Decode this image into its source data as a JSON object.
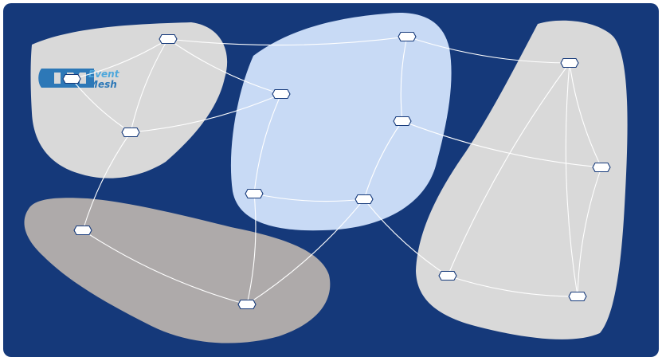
{
  "logo": {
    "word1": "Event",
    "word2": "Mesh",
    "colors": {
      "mark": "#2d78b7",
      "word1": "#4ea8dc",
      "word2": "#2d78b7"
    }
  },
  "colors": {
    "frame": "#15397a",
    "region_light": "#d9d9d9",
    "region_dark": "#aeaaaa",
    "region_blue": "#c8daf5",
    "link": "#ffffff",
    "node_fill": "#ffffff",
    "node_stroke": "#15397a"
  },
  "regions": [
    {
      "id": "top-left",
      "fill": "region_light"
    },
    {
      "id": "bottom-left",
      "fill": "region_dark"
    },
    {
      "id": "center",
      "fill": "region_blue"
    },
    {
      "id": "right",
      "fill": "region_light"
    }
  ],
  "nodes": [
    {
      "id": "n1",
      "region": "top-left"
    },
    {
      "id": "n2",
      "region": "top-left"
    },
    {
      "id": "n3",
      "region": "top-left"
    },
    {
      "id": "n4",
      "region": "bottom-left"
    },
    {
      "id": "n5",
      "region": "bottom-left"
    },
    {
      "id": "n6",
      "region": "center"
    },
    {
      "id": "n7",
      "region": "center"
    },
    {
      "id": "n8",
      "region": "center"
    },
    {
      "id": "n9",
      "region": "center"
    },
    {
      "id": "n10",
      "region": "center"
    },
    {
      "id": "n11",
      "region": "right"
    },
    {
      "id": "n12",
      "region": "right"
    },
    {
      "id": "n13",
      "region": "right"
    },
    {
      "id": "n14",
      "region": "right"
    }
  ],
  "links": [
    [
      "n1",
      "n2"
    ],
    [
      "n1",
      "n3"
    ],
    [
      "n2",
      "n3"
    ],
    [
      "n2",
      "n6"
    ],
    [
      "n2",
      "n7"
    ],
    [
      "n3",
      "n6"
    ],
    [
      "n3",
      "n4"
    ],
    [
      "n4",
      "n5"
    ],
    [
      "n5",
      "n9"
    ],
    [
      "n5",
      "n10"
    ],
    [
      "n6",
      "n9"
    ],
    [
      "n7",
      "n8"
    ],
    [
      "n7",
      "n11"
    ],
    [
      "n8",
      "n10"
    ],
    [
      "n8",
      "n12"
    ],
    [
      "n9",
      "n10"
    ],
    [
      "n10",
      "n13"
    ],
    [
      "n11",
      "n12"
    ],
    [
      "n11",
      "n13"
    ],
    [
      "n11",
      "n14"
    ],
    [
      "n12",
      "n14"
    ],
    [
      "n13",
      "n14"
    ]
  ]
}
